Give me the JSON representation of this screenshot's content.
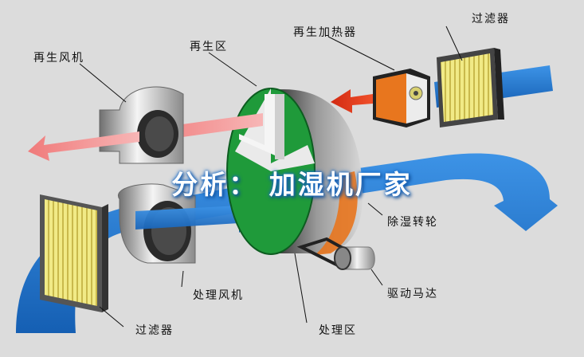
{
  "labels": {
    "regen_fan": "再生风机",
    "regen_zone": "再生区",
    "regen_heater": "再生加热器",
    "filter_top": "过滤器",
    "desiccant_wheel": "除湿转轮",
    "process_fan": "处理风机",
    "drive_motor": "驱动马达",
    "filter_bottom": "过滤器",
    "process_zone": "处理区"
  },
  "banner": "分析： 加湿机厂家",
  "colors": {
    "process_air": "#1e78d2",
    "regen_air_hot": "#e03a1e",
    "regen_air_out": "#f2a0a0",
    "wheel_regen": "#1f9a3a",
    "filter_pleat": "#e8e070",
    "heater": "#e8761e",
    "background": "#dcdcdc"
  }
}
